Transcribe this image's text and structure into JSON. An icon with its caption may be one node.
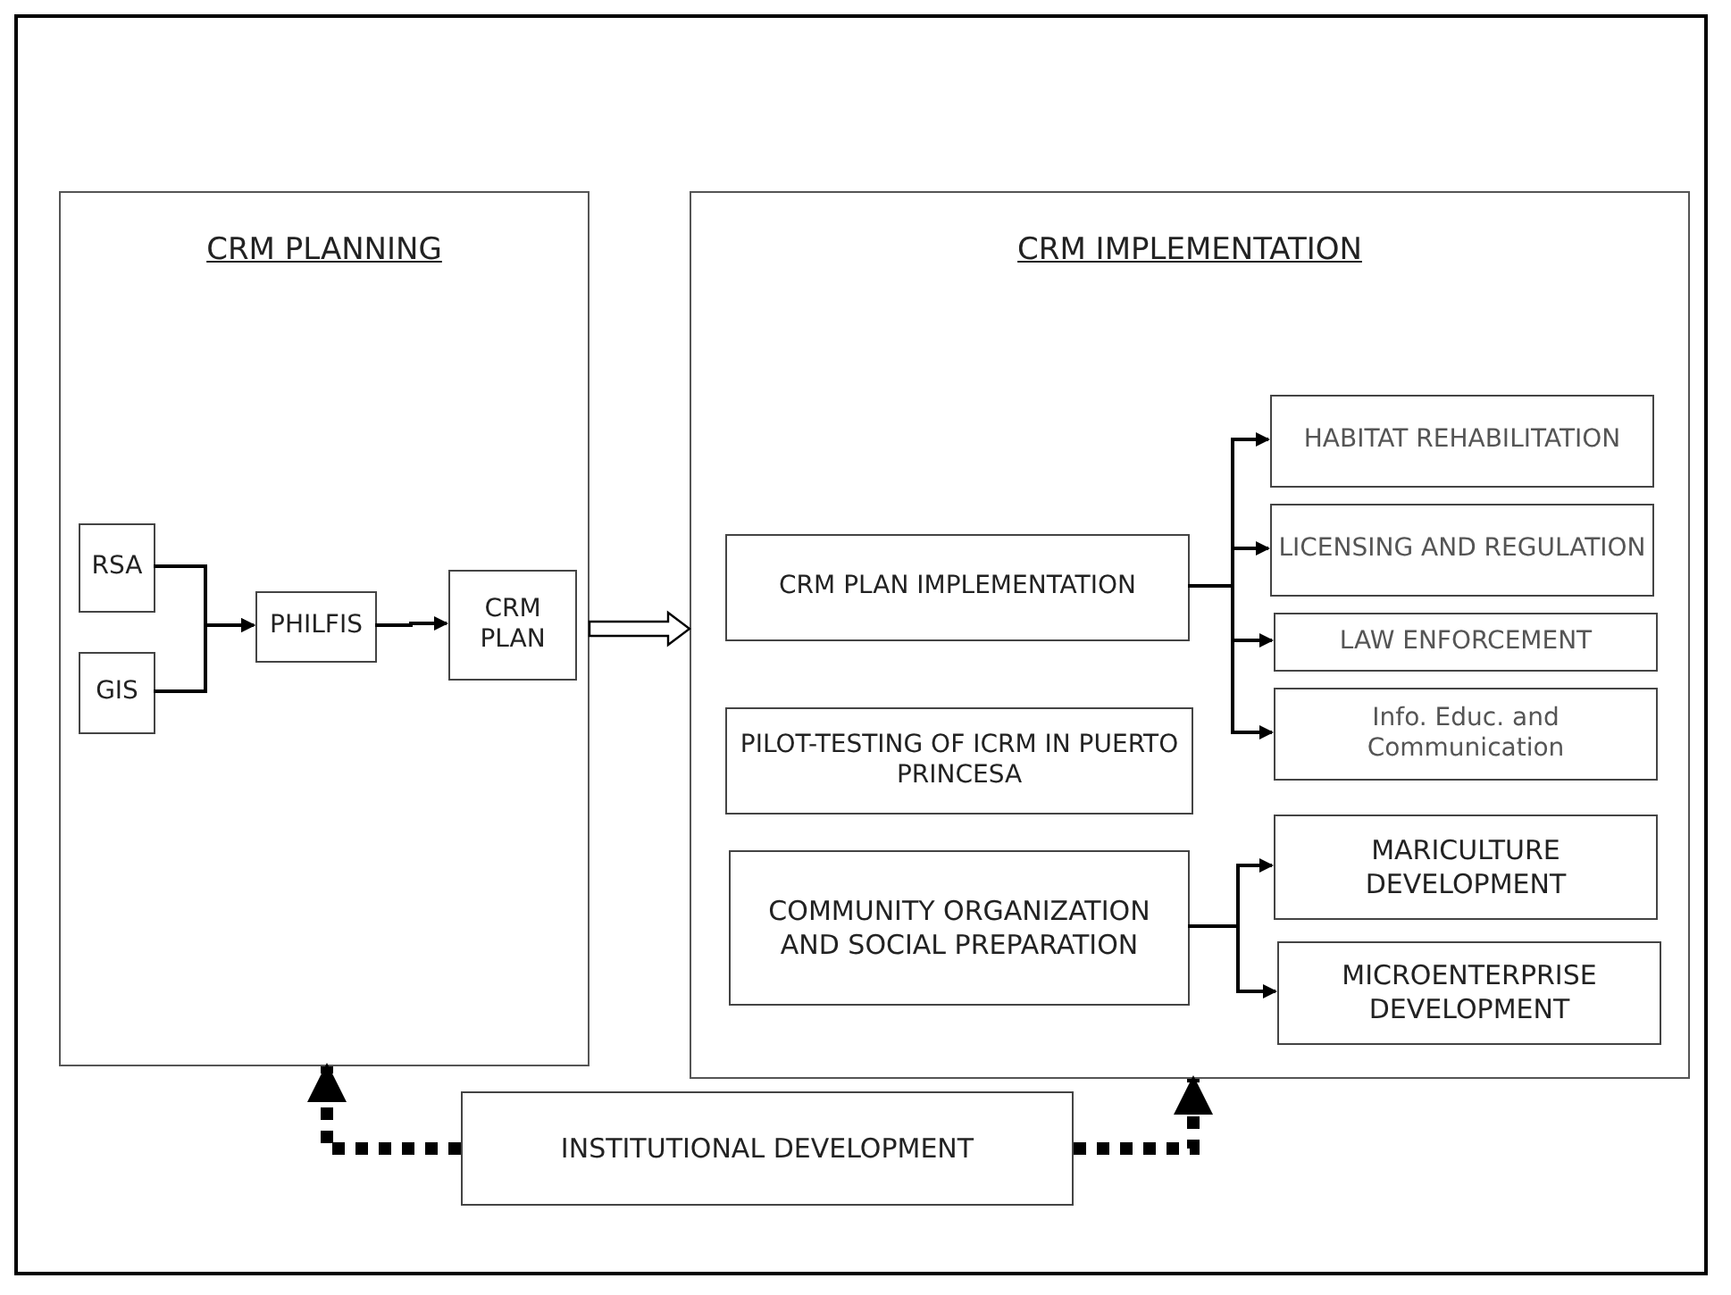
{
  "diagram": {
    "nodes": [
      {
        "text": [
          "CRM PLANNING"
        ]
      },
      {
        "text": [
          "RSA"
        ],
        "in": 0
      },
      {
        "text": [
          "GIS"
        ],
        "in": 0
      },
      {
        "text": [
          "PHILFIS"
        ],
        "in": 0
      },
      {
        "text": [
          "CRM PLAN"
        ],
        "in": 0
      },
      {
        "text": [
          "CRM IMPLEMENTATION"
        ]
      },
      {
        "text": [
          "CRM PLAN IMPLEMENTATION"
        ],
        "in": 5
      },
      {
        "text": [
          "PILOT-TESTING OF ICRM IN PUERTO PRINCESA"
        ],
        "in": 5
      },
      {
        "text": [
          "COMMUNITY ORGANIZATION AND SOCIAL PREPARATION"
        ],
        "in": 5
      },
      {
        "text": [
          "HABITAT REHABILITATION"
        ],
        "in": 5
      },
      {
        "text": [
          "LICENSING AND REGULATION"
        ],
        "in": 5
      },
      {
        "text": [
          "LAW ENFORCEMENT"
        ],
        "in": 5
      },
      {
        "text": [
          "Info. Educ. and Communication"
        ],
        "in": 5
      },
      {
        "text": [
          "MARICULTURE DEVELOPMENT"
        ],
        "in": 5
      },
      {
        "text": [
          "MICROENTERPRISE DEVELOPMENT"
        ],
        "in": 5
      },
      {
        "text": [
          "INSTITUTIONAL DEVELOPMENT"
        ]
      }
    ],
    "edges": [
      {
        "from": 1,
        "to": 3,
        "arrow": "to"
      },
      {
        "from": 2,
        "to": 3,
        "arrow": "to"
      },
      {
        "from": 3,
        "to": 4,
        "arrow": "to"
      },
      {
        "from": 0,
        "to": 5,
        "arrow": "to",
        "style": "thick"
      },
      {
        "from": 6,
        "to": 9,
        "arrow": "to"
      },
      {
        "from": 6,
        "to": 10,
        "arrow": "to"
      },
      {
        "from": 6,
        "to": 11,
        "arrow": "to"
      },
      {
        "from": 6,
        "to": 12,
        "arrow": "to"
      },
      {
        "from": 8,
        "to": 13,
        "arrow": "to"
      },
      {
        "from": 8,
        "to": 14,
        "arrow": "to"
      },
      {
        "from": 15,
        "to": 0,
        "arrow": "to",
        "style": "dashed"
      },
      {
        "from": 15,
        "to": 5,
        "arrow": "to",
        "style": "dashed"
      }
    ]
  }
}
